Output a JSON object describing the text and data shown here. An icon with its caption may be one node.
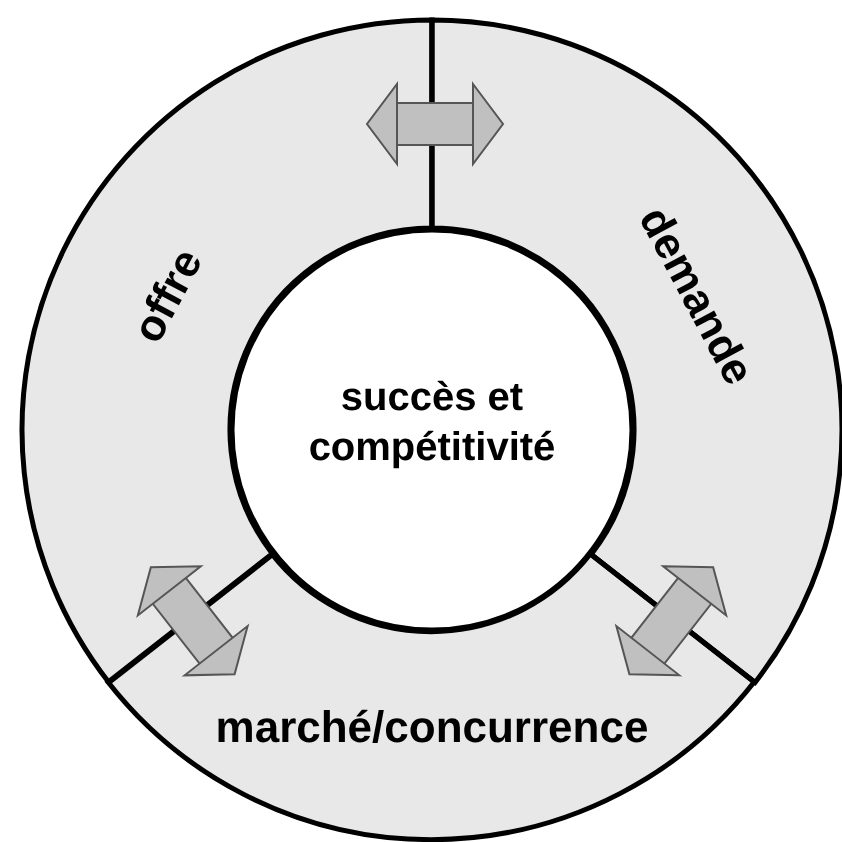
{
  "diagram": {
    "nodes": [
      {
        "text": [
          "offre"
        ]
      },
      {
        "text": [
          "demande"
        ]
      },
      {
        "text": [
          "marché/concurrence"
        ]
      },
      {
        "text": [
          "succès et compétitivité"
        ]
      }
    ],
    "edges": [
      {
        "from": 0,
        "to": 1,
        "arrow": "both"
      },
      {
        "from": 0,
        "to": 2,
        "arrow": "both"
      },
      {
        "from": 1,
        "to": 2,
        "arrow": "both"
      }
    ]
  }
}
